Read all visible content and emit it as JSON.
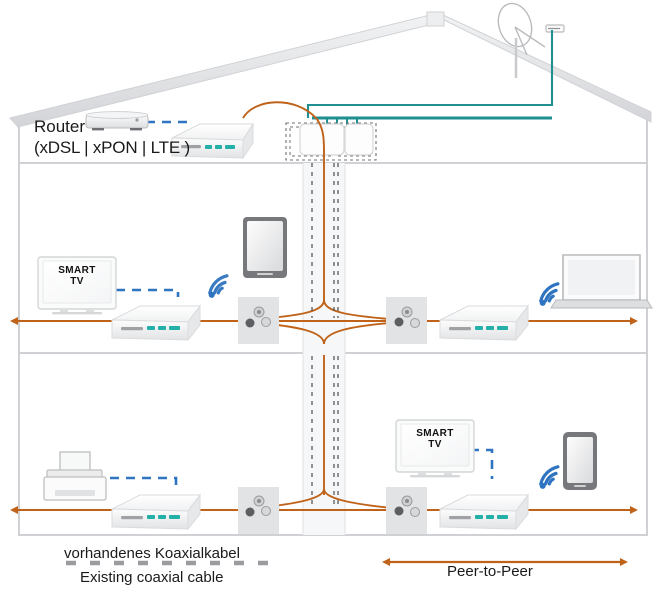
{
  "diagram": {
    "title": "Coaxial home network (MoCA / G.hn) topology",
    "colors": {
      "coax_orange": "#c0631a",
      "wifi_blue": "#2e74c0",
      "sat_teal": "#1f8f91",
      "wall_gray": "#e9eaec",
      "outline_gray": "#c9cbcd",
      "device_white": "#fbfbfb"
    }
  },
  "router": {
    "label_line1": "Router",
    "label_line2": "(xDSL | xPON | LTE )",
    "icon": "router-icon"
  },
  "satellite": {
    "icon": "satellite-dish-icon",
    "lnb_icon": "lnb-icon"
  },
  "floors": [
    {
      "name": "attic",
      "devices": [
        {
          "name": "router",
          "type": "router-icon"
        },
        {
          "name": "master-adapter",
          "type": "coax-adapter-icon"
        },
        {
          "name": "multiswitch",
          "type": "multiswitch-icon"
        }
      ]
    },
    {
      "name": "upper-floor",
      "devices": [
        {
          "name": "smart-tv-upper",
          "type": "tv-icon",
          "screen_line1": "SMART",
          "screen_line2": "TV"
        },
        {
          "name": "adapter-upper-left",
          "type": "coax-adapter-icon"
        },
        {
          "name": "tablet-upper",
          "type": "tablet-icon"
        },
        {
          "name": "wall-outlet-upper-left",
          "type": "coax-wall-outlet-icon"
        },
        {
          "name": "wall-outlet-upper-right",
          "type": "coax-wall-outlet-icon"
        },
        {
          "name": "adapter-upper-right",
          "type": "coax-adapter-icon"
        },
        {
          "name": "laptop-upper",
          "type": "laptop-icon"
        }
      ]
    },
    {
      "name": "lower-floor",
      "devices": [
        {
          "name": "printer-lower",
          "type": "printer-icon"
        },
        {
          "name": "adapter-lower-left",
          "type": "coax-adapter-icon"
        },
        {
          "name": "wall-outlet-lower-left",
          "type": "coax-wall-outlet-icon"
        },
        {
          "name": "smart-tv-lower",
          "type": "tv-icon",
          "screen_line1": "SMART",
          "screen_line2": "TV"
        },
        {
          "name": "wall-outlet-lower-right",
          "type": "coax-wall-outlet-icon"
        },
        {
          "name": "adapter-lower-right",
          "type": "coax-adapter-icon"
        },
        {
          "name": "smartphone-lower",
          "type": "smartphone-icon"
        }
      ]
    }
  ],
  "wifi_icons": [
    {
      "name": "wifi-icon-upper-left"
    },
    {
      "name": "wifi-icon-upper-right"
    },
    {
      "name": "wifi-icon-lower-right"
    }
  ],
  "legend": {
    "coax_de": "vorhandenes Koaxialkabel",
    "coax_en": "Existing coaxial cable",
    "peer_to_peer": "Peer-to-Peer",
    "dash_swatch_name": "dashed-coax-swatch",
    "arrow_name": "peer-to-peer-arrow"
  }
}
